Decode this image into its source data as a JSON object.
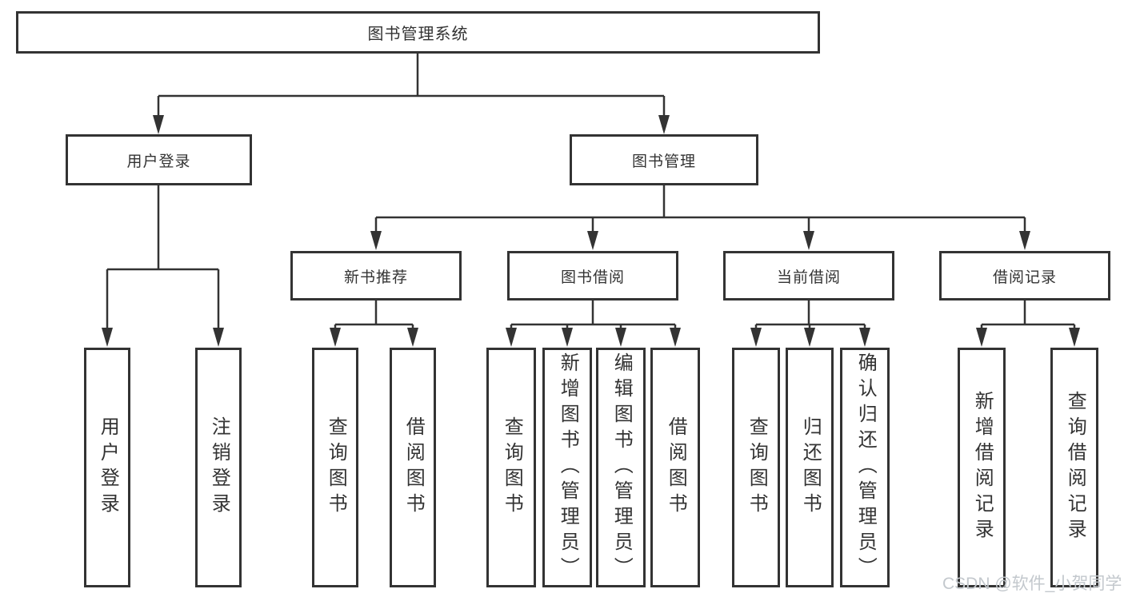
{
  "tree": {
    "root": "图书管理系统",
    "level2": [
      "用户登录",
      "图书管理"
    ],
    "level3": [
      "新书推荐",
      "图书借阅",
      "当前借阅",
      "借阅记录"
    ],
    "leaves": {
      "user_login": [
        "用户登录",
        "注销登录"
      ],
      "new_book": [
        "查询图书",
        "借阅图书"
      ],
      "book_borrow": [
        "查询图书",
        "新增图书（管理员）",
        "编辑图书（管理员）",
        "借阅图书"
      ],
      "current_borrow": [
        "查询图书",
        "归还图书",
        "确认归还（管理员）"
      ],
      "borrow_records": [
        "新增借阅记录",
        "查询借阅记录"
      ]
    }
  },
  "watermark": "CSDN @软件_小贺同学",
  "colors": {
    "line": "#333333",
    "text": "#333333",
    "watermark": "#c3c8cd",
    "background": "#ffffff"
  }
}
